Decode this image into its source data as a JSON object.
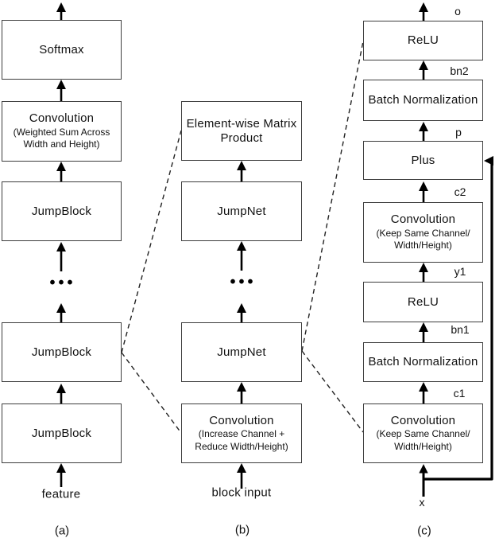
{
  "figure": {
    "style": {
      "background": "#ffffff",
      "box_border_color": "#3d3d3d",
      "ink_color": "#000000"
    },
    "captions": {
      "a": "(a)",
      "b": "(b)",
      "c": "(c)"
    },
    "columns": {
      "a": {
        "input": "feature",
        "ellipsis": "•••",
        "boxes": {
          "softmax": {
            "title": "Softmax"
          },
          "conv": {
            "title": "Convolution",
            "subtitle": "(Weighted Sum Across Width and Height)"
          },
          "jumpblock_top": {
            "title": "JumpBlock"
          },
          "jumpblock_mid": {
            "title": "JumpBlock"
          },
          "jumpblock_bottom": {
            "title": "JumpBlock"
          }
        }
      },
      "b": {
        "input": "block input",
        "ellipsis": "•••",
        "boxes": {
          "ewmp": {
            "title": "Element-wise Matrix Product"
          },
          "jumpnet_top": {
            "title": "JumpNet"
          },
          "jumpnet_bottom": {
            "title": "JumpNet"
          },
          "conv": {
            "title": "Convolution",
            "subtitle": "(Increase Channel + Reduce Width/Height)"
          }
        }
      },
      "c": {
        "input": "x",
        "ports": {
          "o": "o",
          "bn2": "bn2",
          "p": "p",
          "c2": "c2",
          "y1": "y1",
          "bn1": "bn1",
          "c1": "c1"
        },
        "boxes": {
          "relu_top": {
            "title": "ReLU"
          },
          "bn_top": {
            "title": "Batch Normalization"
          },
          "plus": {
            "title": "Plus"
          },
          "conv_top": {
            "title": "Convolution",
            "subtitle": "(Keep Same Channel/ Width/Height)"
          },
          "relu_bottom": {
            "title": "ReLU"
          },
          "bn_bottom": {
            "title": "Batch Normalization"
          },
          "conv_bottom": {
            "title": "Convolution",
            "subtitle": "(Keep Same Channel/ Width/Height)"
          }
        }
      }
    }
  }
}
